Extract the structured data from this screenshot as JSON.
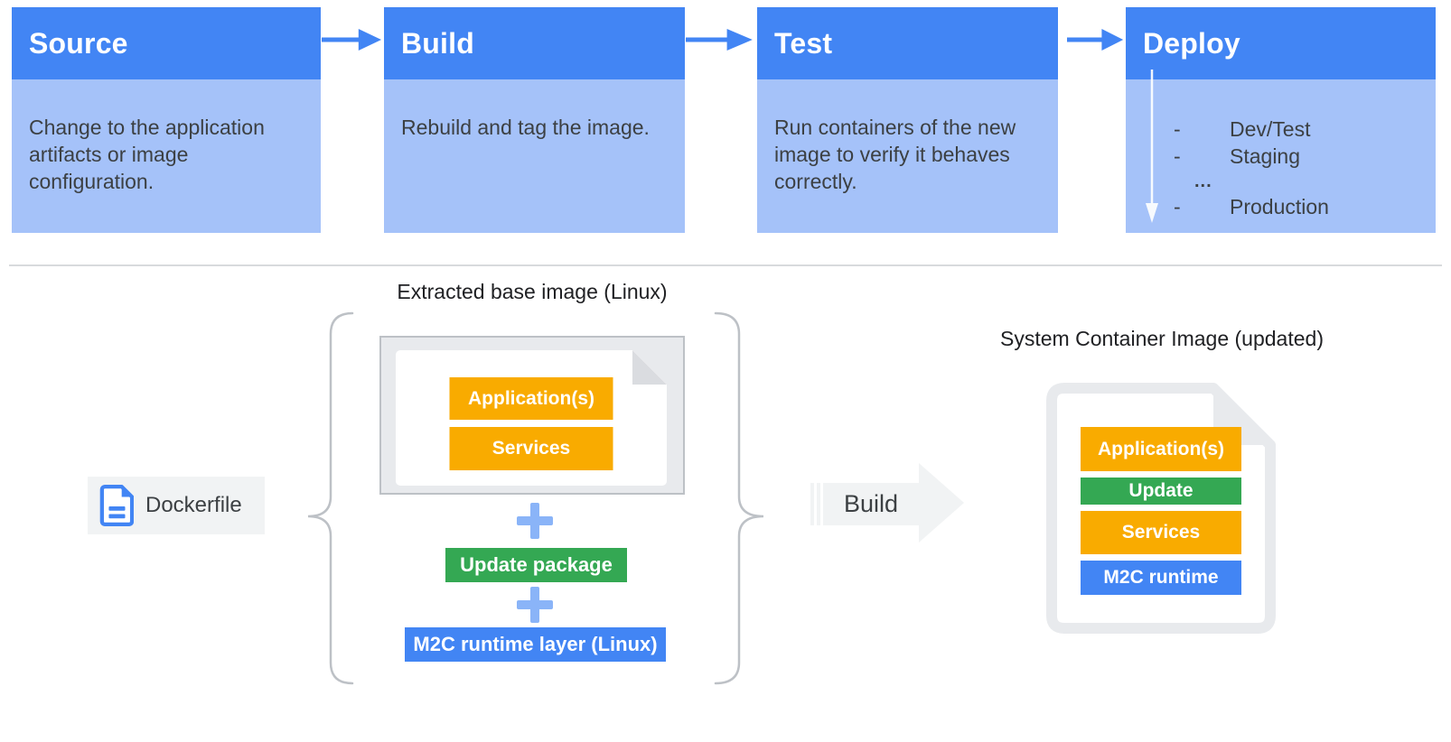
{
  "pipeline": {
    "stages": [
      {
        "title": "Source",
        "description": "Change to the application artifacts or image configuration."
      },
      {
        "title": "Build",
        "description": "Rebuild and tag the image."
      },
      {
        "title": "Test",
        "description": "Run containers of the new image to verify it behaves correctly."
      },
      {
        "title": "Deploy",
        "environments": [
          {
            "bullet": "-",
            "label": "Dev/Test"
          },
          {
            "bullet": "-",
            "label": "Staging"
          },
          {
            "bullet": "",
            "label": "..."
          },
          {
            "bullet": "-",
            "label": "Production"
          }
        ]
      }
    ]
  },
  "dockerfile": {
    "label": "Dockerfile"
  },
  "base_image": {
    "title": "Extracted base image (Linux)",
    "layers": [
      {
        "label": "Application(s)"
      },
      {
        "label": "Services"
      }
    ],
    "update_package": "Update package",
    "runtime_layer": "M2C runtime layer (Linux)"
  },
  "build_arrow": {
    "label": "Build"
  },
  "container_image": {
    "title": "System Container Image (updated)",
    "layers": [
      {
        "label": "Application(s)",
        "color": "#F9AB00"
      },
      {
        "label": "Update",
        "color": "#34A853"
      },
      {
        "label": "Services",
        "color": "#F9AB00"
      },
      {
        "label": "M2C runtime",
        "color": "#4285F4"
      }
    ]
  },
  "icons": {
    "flow-arrow-icon": "right-arrow",
    "deploy-sequence-arrow-icon": "down-arrow",
    "document-icon": "blue-file",
    "plus-icon": "plus",
    "brace-left-icon": "curly-brace",
    "brace-right-icon": "curly-brace",
    "build-block-arrow-icon": "block-right-arrow",
    "file-fold-icon": "folded-corner"
  },
  "palette": {
    "header_blue": "#4285F4",
    "body_light_blue": "#A5C2F9",
    "yellow": "#F9AB00",
    "green": "#34A853",
    "blue": "#4285F4",
    "plus_light_blue": "#8AB4F8",
    "gray_fill": "#F1F3F4",
    "page_gray": "#E8EAED",
    "border_gray": "#BDC1C6",
    "text_dark": "#3C4043",
    "title_dark": "#202124"
  }
}
